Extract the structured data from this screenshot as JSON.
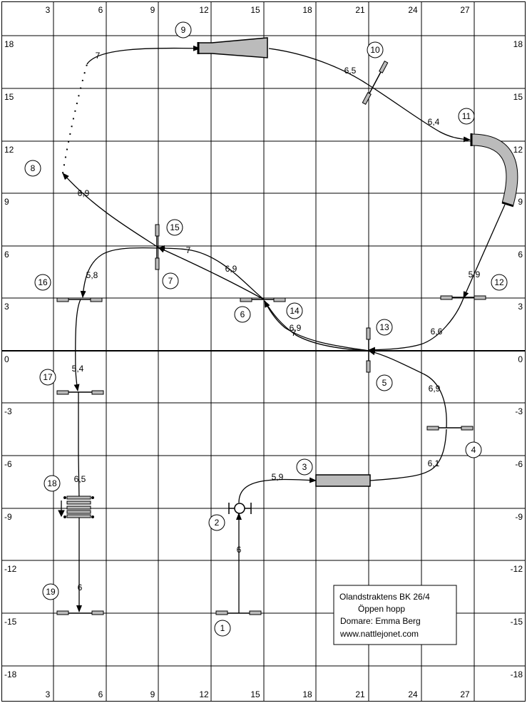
{
  "x_ticks": [
    "3",
    "6",
    "9",
    "12",
    "15",
    "18",
    "21",
    "24",
    "27"
  ],
  "y_ticks_left": [
    "18",
    "15",
    "12",
    "9",
    "6",
    "3",
    "0",
    "-3",
    "-6",
    "-9",
    "-12",
    "-15",
    "-18"
  ],
  "y_ticks_right": [
    "18",
    "15",
    "12",
    "9",
    "6",
    "3",
    "0",
    "-3",
    "-6",
    "-9",
    "-12",
    "-15",
    "-18"
  ],
  "obstacle_numbers": [
    "1",
    "2",
    "3",
    "4",
    "5",
    "6",
    "7",
    "8",
    "9",
    "10",
    "11",
    "12",
    "13",
    "14",
    "15",
    "16",
    "17",
    "18",
    "19"
  ],
  "distances": [
    "6",
    "5,9",
    "6,1",
    "6,9",
    "7",
    "6,9",
    "6,9",
    "7",
    "6,5",
    "6,4",
    "5,9",
    "6,6",
    "6,9",
    "7",
    "5,8",
    "5,4",
    "6,5",
    "6"
  ],
  "info": {
    "club": "Olandstraktens BK 26/4",
    "class": "Öppen hopp",
    "judge": "Domare: Emma Berg",
    "website": "www.nattlejonet.com"
  }
}
